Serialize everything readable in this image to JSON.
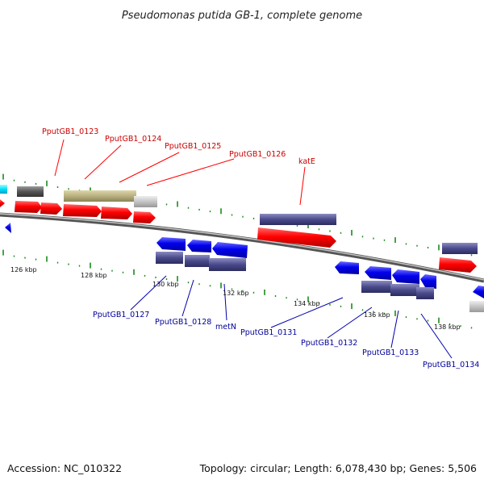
{
  "title": "Pseudomonas putida GB-1, complete genome",
  "footer": {
    "accession": "Accession: NC_010322",
    "summary": "Topology: circular; Length: 6,078,430 bp; Genes: 5,506"
  },
  "colors": {
    "forward_cds": "#ff0000",
    "reverse_cds": "#0000ee",
    "forward_label": "#cc0000",
    "reverse_label": "#000099",
    "tick": "#1a8a1a",
    "backbone": "#808080",
    "gene_bar": "#4a4a8c",
    "highlight_bar": "#b8b080"
  },
  "kbp_labels": [
    "126 kbp",
    "128 kbp",
    "130 kbp",
    "132 kbp",
    "134 kbp",
    "136 kbp",
    "138 kbp"
  ],
  "forward_gene_labels": [
    "PputGB1_0123",
    "PputGB1_0124",
    "PputGB1_0125",
    "PputGB1_0126",
    "katE"
  ],
  "reverse_gene_labels": [
    "PputGB1_0127",
    "PputGB1_0128",
    "metN",
    "PputGB1_0131",
    "PputGB1_0132",
    "PputGB1_0133",
    "PputGB1_0134"
  ]
}
